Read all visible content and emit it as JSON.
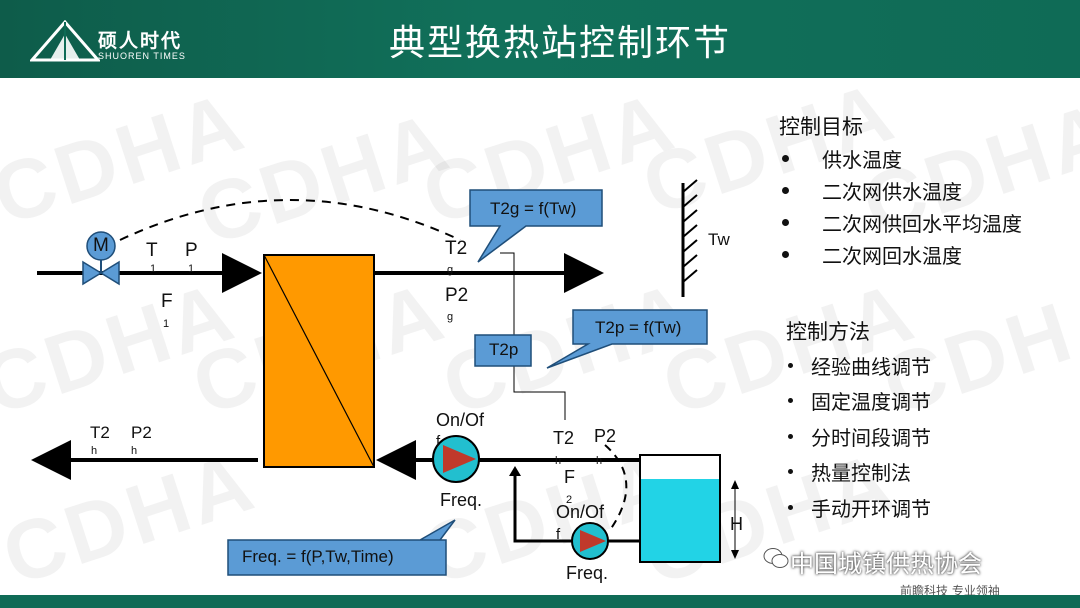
{
  "header": {
    "brand_cn": "硕人时代",
    "brand_en": "SHUOREN TIMES",
    "title": "典型换热站控制环节",
    "watermark": "CDHA"
  },
  "diagram": {
    "motor": "M",
    "t1": "T",
    "t1_sub": "1",
    "p1": "P",
    "p1_sub": "1",
    "f1": "F",
    "f1_sub": "1",
    "t2g": "T2",
    "t2g_sub": "g",
    "p2g": "P2",
    "p2g_sub": "g",
    "callout_t2g": "T2g = f(Tw)",
    "callout_t2p": "T2p = f(Tw)",
    "t2p_box": "T2p",
    "tw": "Tw",
    "t2h_left": "T2",
    "t2h_left_sub": "h",
    "p2h_left": "P2",
    "p2h_left_sub": "h",
    "onoff_main": "On/Of",
    "onoff_main_f": "f",
    "freq_main": "Freq.",
    "t2h_right": "T2",
    "t2h_right_sub": "h",
    "p2h_right": "P2",
    "p2h_right_sub": "h",
    "f2": "F",
    "f2_sub": "2",
    "onoff_makeup": "On/Of",
    "onoff_makeup_f": "f",
    "freq_makeup": "Freq.",
    "h": "H",
    "callout_freq": "Freq. = f(P,Tw,Time)"
  },
  "goals": {
    "heading": "控制目标",
    "items": [
      "供水温度",
      "二次网供水温度",
      "二次网供回水平均温度",
      "二次网回水温度"
    ]
  },
  "methods": {
    "heading": "控制方法",
    "items": [
      "经验曲线调节",
      "固定温度调节",
      "分时间段调节",
      "热量控制法",
      "手动开环调节"
    ]
  },
  "footer": {
    "wechat": "中国城镇供热协会",
    "slogan": "前瞻科技  专业领袖"
  },
  "colors": {
    "header_green": "#0f6b56",
    "exchanger_orange": "#ff9900",
    "callout_blue": "#5b9bd5",
    "pump_red": "#c0392b",
    "pump_cyan": "#22bfcf",
    "tank_water": "#22d3e6"
  }
}
